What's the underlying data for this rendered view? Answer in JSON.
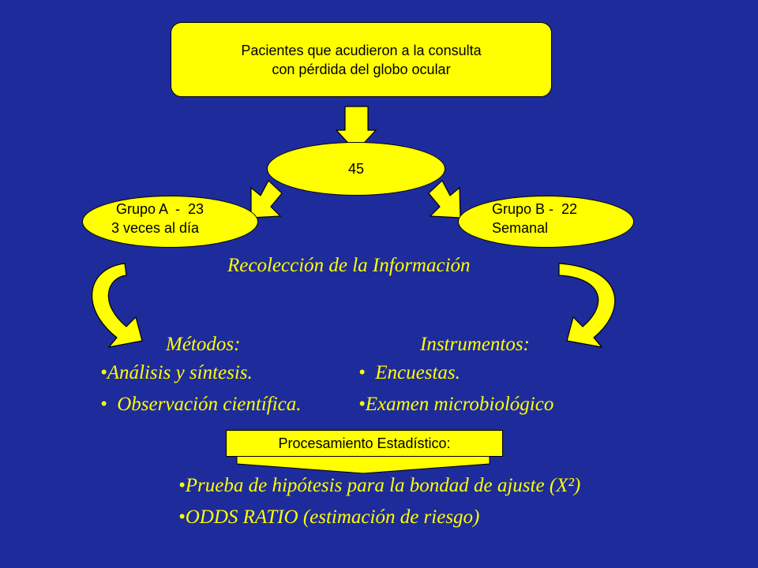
{
  "top_box": {
    "line1": "Pacientes que acudieron a la consulta",
    "line2": "con pérdida del globo ocular"
  },
  "total": "45",
  "group_a": {
    "line1": "Grupo A  -  23",
    "line2": "3 veces al día"
  },
  "group_b": {
    "line1": "Grupo B -  22",
    "line2": "Semanal"
  },
  "collection_title": "Recolección de la Información",
  "methods": {
    "title": "Métodos:",
    "items": [
      "•Análisis y síntesis.",
      "•  Observación científica."
    ]
  },
  "instruments": {
    "title": "Instrumentos:",
    "items": [
      "•  Encuestas.",
      "•Examen microbiológico"
    ]
  },
  "processing_label": "Procesamiento Estadístico:",
  "tests": [
    "•Prueba de hipótesis para la bondad de ajuste (X²)",
    "•ODDS RATIO (estimación de riesgo)"
  ],
  "colors": {
    "background": "#1e2b9a",
    "shape_fill": "#ffff00",
    "text": "#000000",
    "accent_text": "#ffff00"
  }
}
